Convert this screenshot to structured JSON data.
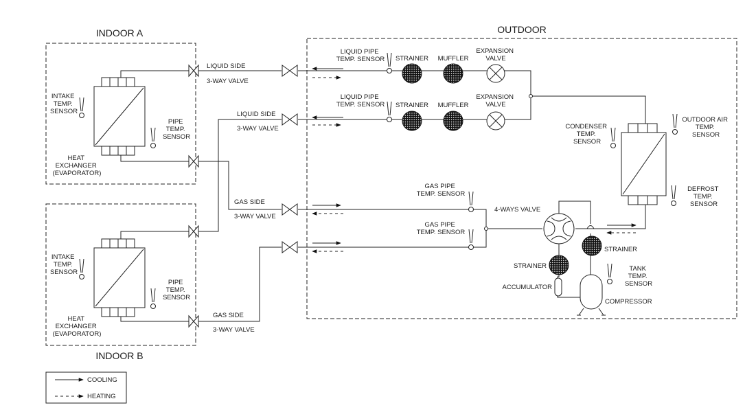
{
  "indoor_a": {
    "title": "INDOOR A",
    "intake_sensor": [
      "INTAKE",
      "TEMP.",
      "SENSOR"
    ],
    "pipe_sensor": [
      "PIPE",
      "TEMP.",
      "SENSOR"
    ],
    "heat_exchanger": [
      "HEAT",
      "EXCHANGER",
      "(EVAPORATOR)"
    ]
  },
  "indoor_b": {
    "title": "INDOOR B",
    "intake_sensor": [
      "INTAKE",
      "TEMP.",
      "SENSOR"
    ],
    "pipe_sensor": [
      "PIPE",
      "TEMP.",
      "SENSOR"
    ],
    "heat_exchanger": [
      "HEAT",
      "EXCHANGER",
      "(EVAPORATOR)"
    ]
  },
  "valves": {
    "liquid_side": "LIQUID SIDE",
    "gas_side": "GAS SIDE",
    "three_way": "3-WAY VALVE"
  },
  "outdoor": {
    "title": "OUTDOOR",
    "liquid_pipe_sensor": [
      "LIQUID PIPE",
      "TEMP. SENSOR"
    ],
    "strainer": "STRAINER",
    "muffler": "MUFFLER",
    "expansion_valve": [
      "EXPANSION",
      "VALVE"
    ],
    "condenser_sensor": [
      "CONDENSER",
      "TEMP.",
      "SENSOR"
    ],
    "outdoor_air_sensor": [
      "OUTDOOR AIR",
      "TEMP.",
      "SENSOR"
    ],
    "defrost_sensor": [
      "DEFROST",
      "TEMP.",
      "SENSOR"
    ],
    "gas_pipe_sensor": [
      "GAS PIPE",
      "TEMP. SENSOR"
    ],
    "four_way_valve": "4-WAYS VALVE",
    "accumulator": "ACCUMULATOR",
    "tank_sensor": [
      "TANK",
      "TEMP.",
      "SENSOR"
    ],
    "compressor": "COMPRESSOR"
  },
  "legend": {
    "cooling": "COOLING",
    "heating": "HEATING"
  }
}
